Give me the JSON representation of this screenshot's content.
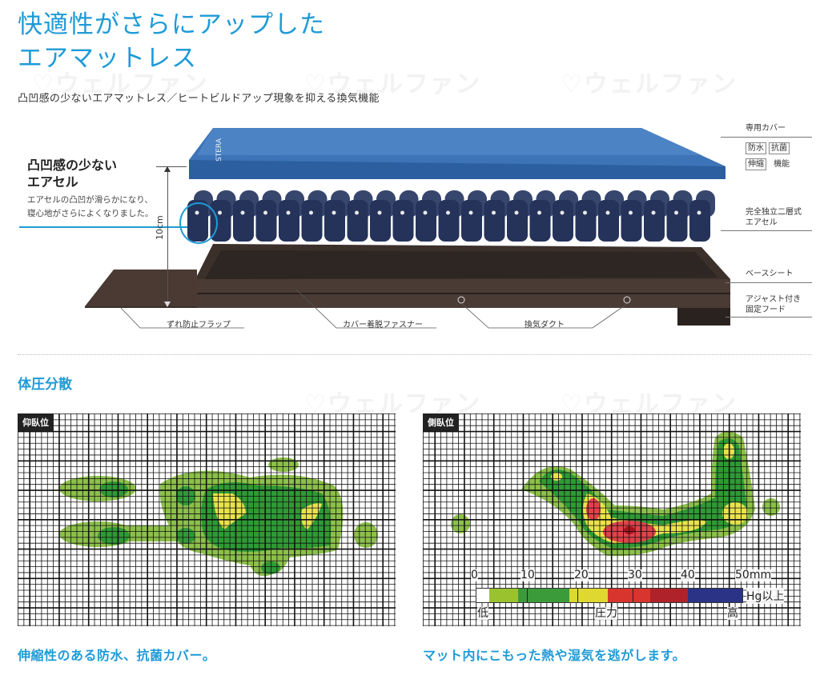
{
  "header": {
    "title_line1": "快適性がさらにアップした",
    "title_line2": "エアマットレス",
    "subtitle": "凸凹感の少ないエアマットレス／ヒートビルドアップ現象を抑える換気機能"
  },
  "watermark": "♡ウェルファン",
  "feature": {
    "heading_line1": "凸凹感の少ない",
    "heading_line2": "エアセル",
    "desc_line1": "エアセルの凸凹が滑らかになり、",
    "desc_line2": "寝心地がさらによくなりました。",
    "dimension": "10cm"
  },
  "callouts_right": {
    "cover": "専用カバー",
    "cover_tags": [
      "防水",
      "抗菌",
      "伸縮"
    ],
    "cover_tag_suffix": "機能",
    "aircell_line1": "完全独立二層式",
    "aircell_line2": "エアセル",
    "base_sheet": "ベースシート",
    "hood_line1": "アジャスト付き",
    "hood_line2": "固定フード"
  },
  "callouts_bottom": {
    "flap": "ずれ防止フラップ",
    "fastener": "カバー着脱ファスナー",
    "duct": "換気ダクト"
  },
  "section": {
    "title": "体圧分散"
  },
  "maps": {
    "supine": {
      "label": "仰臥位",
      "caption": "伸縮性のある防水、抗菌カバー。"
    },
    "lateral": {
      "label": "側臥位",
      "caption": "マット内にこもった熱や湿気を逃がします。"
    }
  },
  "legend": {
    "ticks": [
      "0",
      "10",
      "20",
      "30",
      "40",
      "50mm"
    ],
    "unit": "Hg以上",
    "low": "低",
    "mid": "圧力",
    "high": "高",
    "segments": [
      {
        "color": "#ffffff",
        "flex": 3
      },
      {
        "color": "#9ac22e",
        "flex": 7
      },
      {
        "color": "#3b9b3b",
        "flex": 2
      },
      {
        "color": "#3b9b3b",
        "flex": 10
      },
      {
        "color": "#dfd830",
        "flex": 2
      },
      {
        "color": "#dfd830",
        "flex": 7
      },
      {
        "color": "#d7352e",
        "flex": 6
      },
      {
        "color": "#d7352e",
        "flex": 4
      },
      {
        "color": "#b02229",
        "flex": 9
      },
      {
        "color": "#2a3386",
        "flex": 13
      }
    ]
  },
  "colors": {
    "accent": "#1e9bd7",
    "pressure_light_green": "#8cc04a",
    "pressure_green": "#2f9a35",
    "pressure_yellow": "#e9e34a",
    "pressure_red": "#e0424a",
    "pressure_darkred": "#a8141c",
    "pressure_blue": "#2a3386"
  }
}
